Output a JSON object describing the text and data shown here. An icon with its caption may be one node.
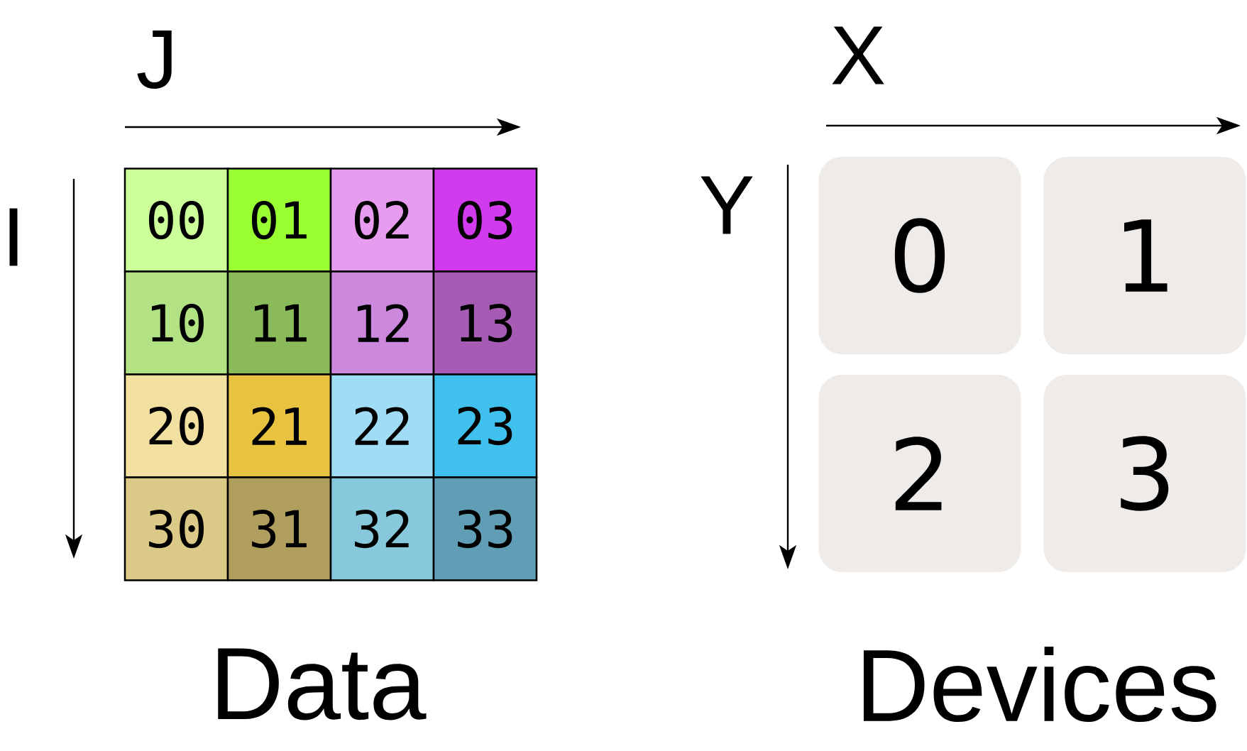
{
  "diagram": {
    "nodes": [
      {
        "text": [
          "00"
        ]
      },
      {
        "text": [
          "01"
        ]
      },
      {
        "text": [
          "02"
        ]
      },
      {
        "text": [
          "03"
        ]
      },
      {
        "text": [
          "10"
        ]
      },
      {
        "text": [
          "11"
        ]
      },
      {
        "text": [
          "12"
        ]
      },
      {
        "text": [
          "13"
        ]
      },
      {
        "text": [
          "20"
        ]
      },
      {
        "text": [
          "21"
        ]
      },
      {
        "text": [
          "22"
        ]
      },
      {
        "text": [
          "23"
        ]
      },
      {
        "text": [
          "30"
        ]
      },
      {
        "text": [
          "31"
        ]
      },
      {
        "text": [
          "32"
        ]
      },
      {
        "text": [
          "33"
        ]
      },
      {
        "text": [
          "0"
        ]
      },
      {
        "text": [
          "1"
        ]
      },
      {
        "text": [
          "2"
        ]
      },
      {
        "text": [
          "3"
        ]
      }
    ],
    "labels": [
      "J",
      "X",
      "I",
      "Y",
      "Data",
      "Devices"
    ]
  }
}
